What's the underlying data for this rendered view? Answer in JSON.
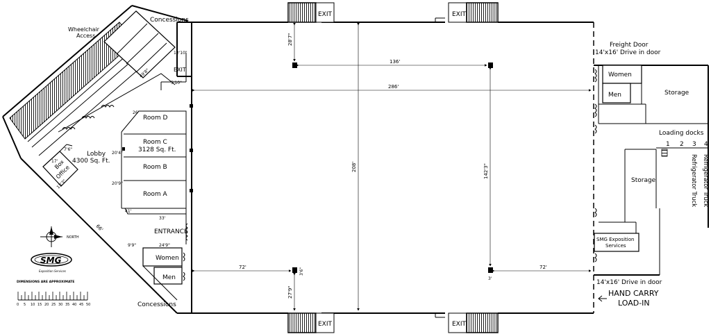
{
  "labels": {
    "concessions_top": "Concessions",
    "concessions_bottom": "Concessions",
    "wheelchair": [
      "Wheelchair",
      "Access"
    ],
    "exit_top_left": "EXIT",
    "exit_top_right": "EXIT",
    "exit_bottom_left": "EXIT",
    "exit_bottom_right": "EXIT",
    "exit_side": "EXIT",
    "freight_door": [
      "Freight Door",
      "14'x16' Drive in door"
    ],
    "women_right": "Women",
    "men_right": "Men",
    "storage_right_top": "Storage",
    "loading_docks": "Loading docks",
    "dock_numbers": [
      "1",
      "2",
      "3",
      "4"
    ],
    "refrigerator_truck_1": "Refrigerator Truck",
    "refrigerator_truck_2": "Refrigerator Truck",
    "storage_right_mid": "Storage",
    "smg_services": [
      "SMG Exposition",
      "Services"
    ],
    "drive_in_bottom": "14'x16' Drive in door",
    "hand_carry": [
      "HAND CARRY",
      "LOAD-IN"
    ],
    "room_d": "Room D",
    "room_c": "Room C",
    "room_c_area": "3128 Sq. Ft.",
    "room_b": "Room B",
    "room_a": "Room A",
    "lobby": [
      "Lobby",
      "4300 Sq. Ft."
    ],
    "box_office": [
      "Box",
      "Office"
    ],
    "entrance": "ENTRANCE",
    "women_left": "Women",
    "men_left": "Men",
    "north": "NORTH",
    "logo": "SMG",
    "logo_sub": "Exposition Services",
    "scale_caption": "DIMENSIONS ARE APPROXIMATE",
    "scale_ticks": [
      "0",
      "5",
      "10",
      "15",
      "20",
      "25",
      "30",
      "35",
      "40",
      "45",
      "50"
    ]
  },
  "dimensions": {
    "d_28_7": "28'7\"",
    "d_136": "136'",
    "d_286": "286'",
    "d_208": "208'",
    "d_142_3": "142'3\"",
    "d_72_left": "72'",
    "d_72_right": "72'",
    "d_3_6": "3'6\"",
    "d_3": "3'",
    "d_27_9": "27'9\"",
    "d_12_10": "12'10\"",
    "d_5_10": "5'10\"",
    "d_49_8": "49'8\"",
    "d_26": "26'",
    "d_20_4": "20'4\"",
    "d_20_9": "20'9\"",
    "d_7_6": "7'6\"",
    "d_17": "17'",
    "d_13_3": "13'3\"",
    "d_41": "41'",
    "d_33": "33'",
    "d_9_9": "9'9\"",
    "d_24_9": "24'9\"",
    "d_66": "66'"
  }
}
